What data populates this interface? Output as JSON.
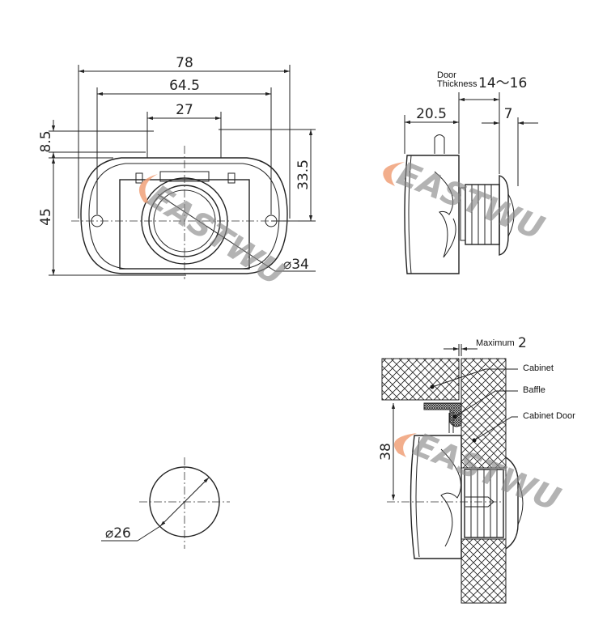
{
  "watermark": {
    "text": "EASTWU",
    "swoosh_color": "#f0a078",
    "text_color": "#888888"
  },
  "front_view": {
    "dim_overall_width": "78",
    "dim_hole_spacing": "64.5",
    "dim_top_width": "27",
    "dim_top_offset": "8.5",
    "dim_height": "45",
    "dim_center_height": "33.5",
    "dim_diameter": "⌀34"
  },
  "side_view": {
    "door_label_line1": "Door",
    "door_label_line2": "Thickness",
    "dim_door_thickness": "14～16",
    "dim_body_depth": "20.5",
    "dim_button_projection": "7"
  },
  "cutout_view": {
    "dim_hole_diameter": "⌀26"
  },
  "install_view": {
    "maximum_label": "Maximum",
    "maximum_value": "2",
    "label_cabinet": "Cabinet",
    "label_baffle": "Baffle",
    "label_cabinet_door": "Cabinet Door",
    "dim_height": "38"
  }
}
